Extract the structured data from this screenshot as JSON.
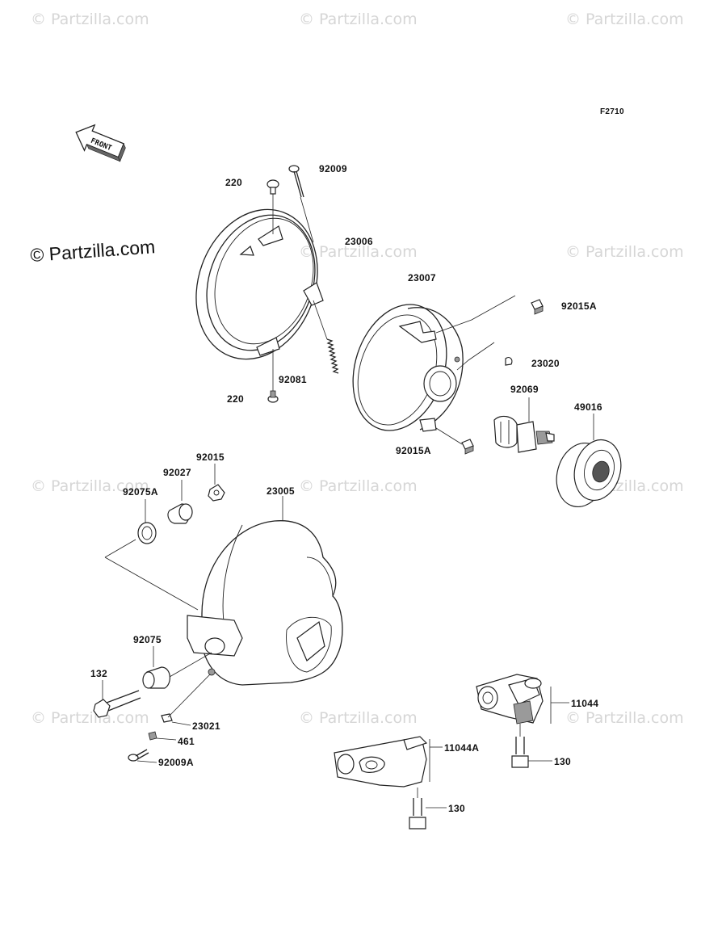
{
  "figure_code": "F2710",
  "front_label": "FRONT",
  "copyright": "© Partzilla.com",
  "watermark": "© Partzilla.com",
  "parts": [
    {
      "id": "p220a",
      "label": "220"
    },
    {
      "id": "p92009",
      "label": "92009"
    },
    {
      "id": "p23006",
      "label": "23006"
    },
    {
      "id": "p92081",
      "label": "92081"
    },
    {
      "id": "p220b",
      "label": "220"
    },
    {
      "id": "p23007",
      "label": "23007"
    },
    {
      "id": "p92015A1",
      "label": "92015A"
    },
    {
      "id": "p23020",
      "label": "23020"
    },
    {
      "id": "p92069",
      "label": "92069"
    },
    {
      "id": "p49016",
      "label": "49016"
    },
    {
      "id": "p92015A2",
      "label": "92015A"
    },
    {
      "id": "p92015",
      "label": "92015"
    },
    {
      "id": "p92027",
      "label": "92027"
    },
    {
      "id": "p92075A",
      "label": "92075A"
    },
    {
      "id": "p23005",
      "label": "23005"
    },
    {
      "id": "p92075",
      "label": "92075"
    },
    {
      "id": "p132",
      "label": "132"
    },
    {
      "id": "p23021",
      "label": "23021"
    },
    {
      "id": "p461",
      "label": "461"
    },
    {
      "id": "p92009A",
      "label": "92009A"
    },
    {
      "id": "p11044",
      "label": "11044"
    },
    {
      "id": "p130a",
      "label": "130"
    },
    {
      "id": "p11044A",
      "label": "11044A"
    },
    {
      "id": "p130b",
      "label": "130"
    }
  ]
}
